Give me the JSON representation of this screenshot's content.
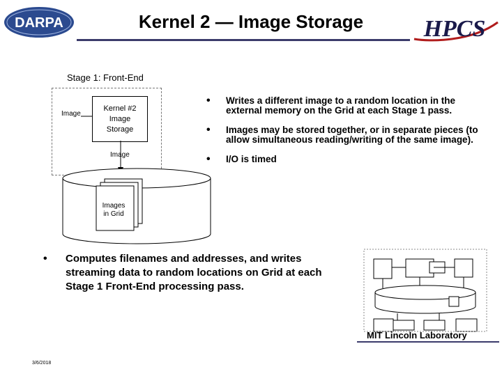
{
  "header": {
    "title": "Kernel 2 — Image Storage",
    "left_logo": "DARPA",
    "right_logo": "HPCS"
  },
  "diagram": {
    "stage_label": "Stage 1: Front-End",
    "image_input_label": "Image",
    "kernel_box": {
      "line1": "Kernel #2",
      "line2": "Image",
      "line3": "Storage"
    },
    "image_output_label": "Image",
    "grid_label_line1": "Images",
    "grid_label_line2": "in Grid"
  },
  "bullets": [
    "Writes a different image to a random location in the external memory on the Grid at each Stage 1 pass.",
    "Images may be stored together, or in separate pieces (to allow simultaneous reading/writing of the same image).",
    "I/O is timed"
  ],
  "bottom_bullet": "Computes filenames and addresses, and writes streaming data to random locations on Grid at each Stage 1 Front-End processing pass.",
  "footer": {
    "lab": "MIT Lincoln Laboratory",
    "date": "3/6/2018"
  }
}
